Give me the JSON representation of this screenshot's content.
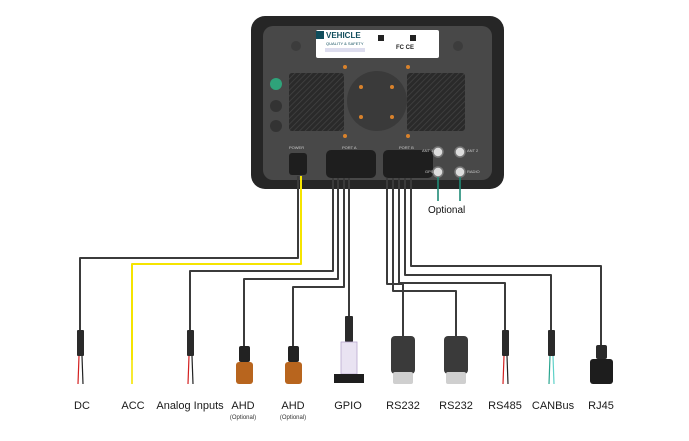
{
  "device": {
    "brand_logo": "VEHICLE",
    "brand_sub": "QUALITY & SAFETY",
    "badge_text": "FC CE",
    "port_labels": {
      "power": "POWER",
      "port_a": "PORT A",
      "port_b": "PORT B",
      "ant1": "ANT 1",
      "ant2": "ANT 2",
      "gps": "GPS",
      "radio": "RADIO"
    }
  },
  "optional_label": "Optional",
  "connectors": [
    {
      "key": "dc",
      "label": "DC",
      "sub": ""
    },
    {
      "key": "acc",
      "label": "ACC",
      "sub": ""
    },
    {
      "key": "analog",
      "label": "Analog Inputs",
      "sub": ""
    },
    {
      "key": "ahd1",
      "label": "AHD",
      "sub": "(Optional)"
    },
    {
      "key": "ahd2",
      "label": "AHD",
      "sub": "(Optional)"
    },
    {
      "key": "gpio",
      "label": "GPIO",
      "sub": ""
    },
    {
      "key": "rs232a",
      "label": "RS232",
      "sub": ""
    },
    {
      "key": "rs232b",
      "label": "RS232",
      "sub": ""
    },
    {
      "key": "rs485",
      "label": "RS485",
      "sub": ""
    },
    {
      "key": "canbus",
      "label": "CANBus",
      "sub": ""
    },
    {
      "key": "rj45",
      "label": "RJ45",
      "sub": ""
    }
  ],
  "colors": {
    "cable": "#3b3b3b",
    "acc_cable": "#f5e400",
    "optional_cable": "#1f8a76",
    "dc_red": "#d32020",
    "device_body": "#2b2b2b",
    "device_plate": "#4a4a4a",
    "ahd_amber": "#b8651e",
    "accent": "#2fa37a"
  }
}
